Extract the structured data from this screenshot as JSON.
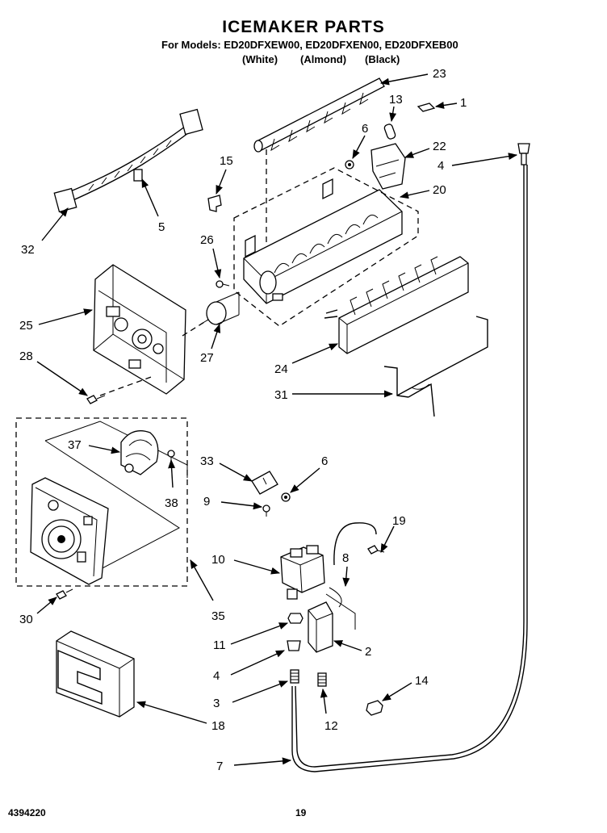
{
  "header": {
    "title": "ICEMAKER PARTS",
    "models_line": "For Models: ED20DFXEW00, ED20DFXEN00, ED20DFXEB00",
    "variant_white": "(White)",
    "variant_almond": "(Almond)",
    "variant_black": "(Black)"
  },
  "callouts": {
    "c23": "23",
    "c13": "13",
    "c1": "1",
    "c6a": "6",
    "c22": "22",
    "c4a": "4",
    "c20": "20",
    "c15": "15",
    "c5": "5",
    "c32": "32",
    "c26": "26",
    "c25": "25",
    "c28": "28",
    "c27": "27",
    "c24": "24",
    "c31": "31",
    "c37": "37",
    "c38": "38",
    "c33": "33",
    "c6b": "6",
    "c9": "9",
    "c19": "19",
    "c10": "10",
    "c8": "8",
    "c30": "30",
    "c35": "35",
    "c11": "11",
    "c2": "2",
    "c4b": "4",
    "c14": "14",
    "c3": "3",
    "c12": "12",
    "c18": "18",
    "c7": "7"
  },
  "footer": {
    "doc_number": "4394220",
    "page_number": "19"
  }
}
